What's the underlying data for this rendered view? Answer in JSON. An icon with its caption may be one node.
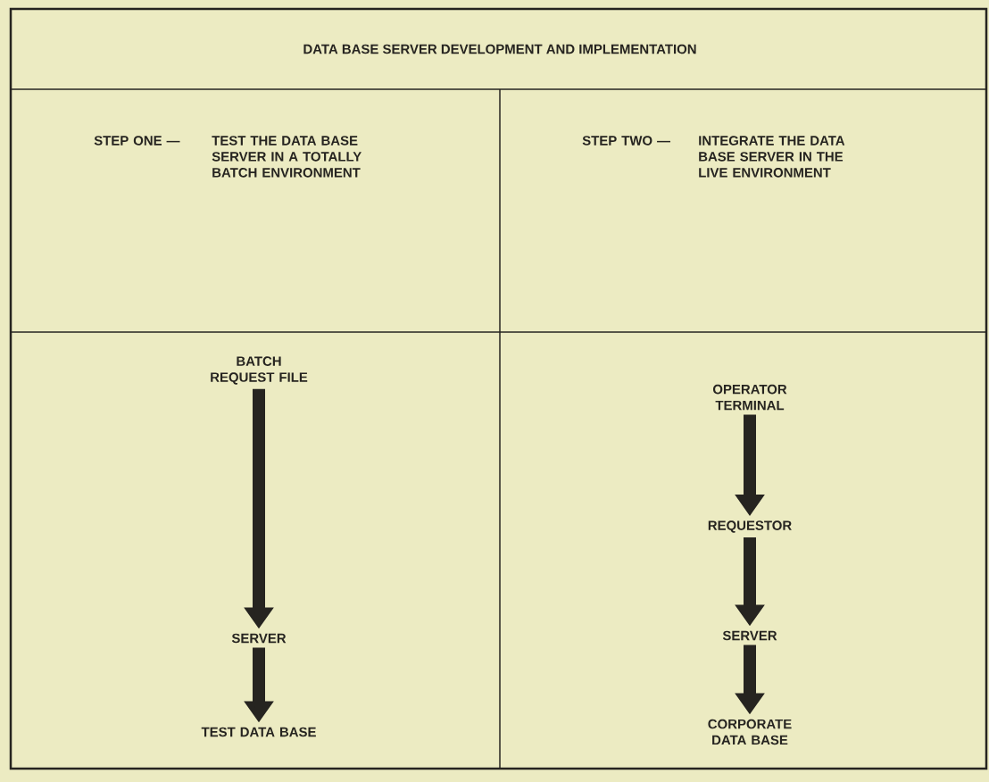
{
  "diagram": {
    "title": "DATA BASE SERVER DEVELOPMENT AND IMPLEMENTATION",
    "nodes": [
      {
        "text": [
          "BATCH REQUEST FILE"
        ]
      },
      {
        "text": [
          "SERVER"
        ]
      },
      {
        "text": [
          "TEST DATA BASE"
        ]
      },
      {
        "text": [
          "OPERATOR TERMINAL"
        ]
      },
      {
        "text": [
          "REQUESTOR"
        ]
      },
      {
        "text": [
          "SERVER"
        ]
      },
      {
        "text": [
          "CORPORATE DATA BASE"
        ]
      }
    ],
    "edges": [
      {
        "from": 0,
        "to": 1,
        "arrow": "to"
      },
      {
        "from": 1,
        "to": 2,
        "arrow": "to"
      },
      {
        "from": 3,
        "to": 4,
        "arrow": "to"
      },
      {
        "from": 4,
        "to": 5,
        "arrow": "to"
      },
      {
        "from": 5,
        "to": 6,
        "arrow": "to"
      }
    ],
    "labels": [
      "STEP ONE —",
      "TEST THE DATA BASE SERVER IN A TOTALLY BATCH ENVIRONMENT",
      "STEP TWO —",
      "INTEGRATE THE DATA BASE SERVER IN THE LIVE ENVIRONMENT"
    ]
  }
}
